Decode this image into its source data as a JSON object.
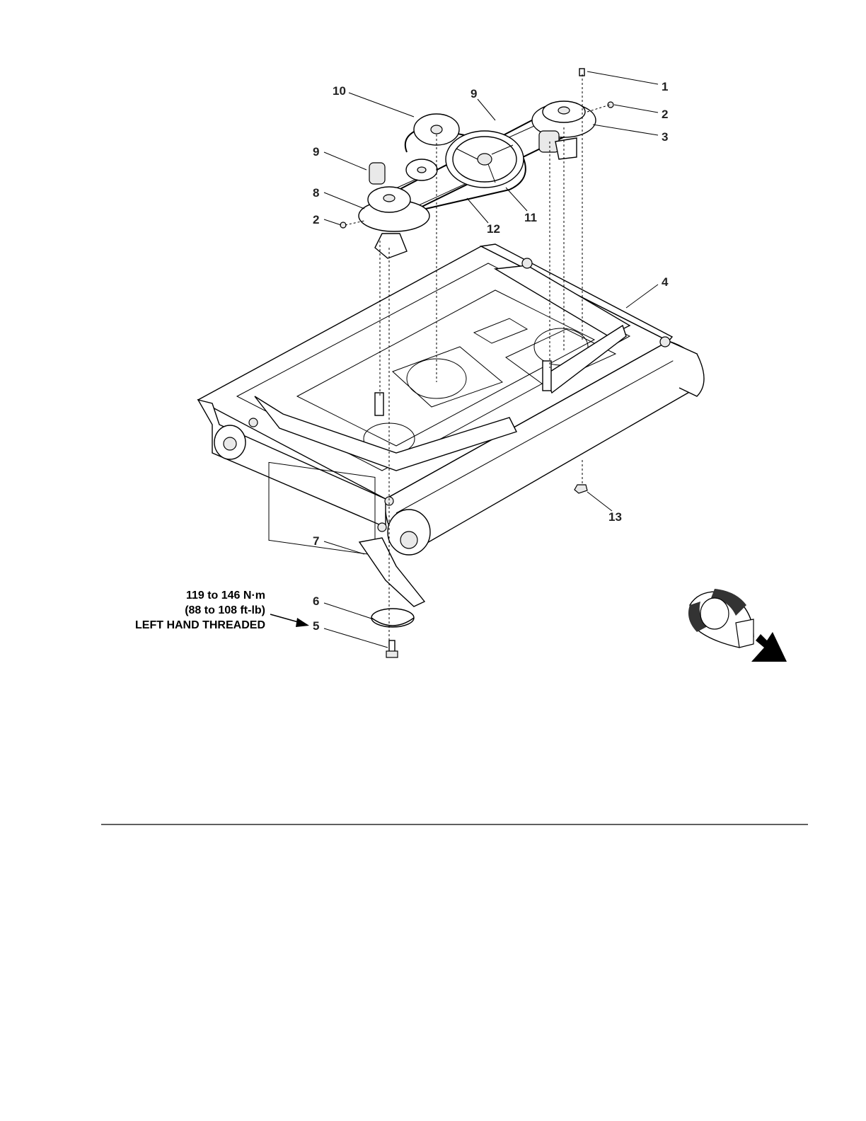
{
  "callouts": {
    "c1": "1",
    "c2a": "2",
    "c3": "3",
    "c9a": "9",
    "c10": "10",
    "c9b": "9",
    "c8": "8",
    "c2b": "2",
    "c12": "12",
    "c11": "11",
    "c4": "4",
    "c13": "13",
    "c7": "7",
    "c6": "6",
    "c5": "5"
  },
  "torque_note": {
    "line1": "119 to 146 N·m",
    "line2": "(88 to 108 ft-lb)",
    "line3": "LEFT HAND THREADED"
  },
  "icons": {
    "orientation": "front-direction-icon"
  },
  "colors": {
    "ink": "#000000",
    "fill": "#ffffff",
    "shade": "#e9e9e9",
    "dark": "#333333"
  }
}
